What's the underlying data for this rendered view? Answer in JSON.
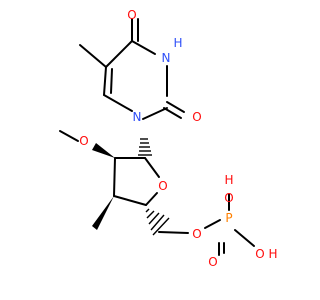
{
  "molecule": {
    "atoms": {
      "o_top": "O",
      "nh": "H",
      "nh_n": "N",
      "o_right": "O",
      "n_ring": "N",
      "o_methoxy": "O",
      "o_furan": "O",
      "o_link": "O",
      "p": "P",
      "oh1_o": "O",
      "oh1_h": "H",
      "o_double": "O",
      "oh2_o": "O",
      "oh2_h": "H"
    },
    "colors": {
      "bond": "#000000",
      "oxygen": "#ff0d0d",
      "nitrogen": "#3050f8",
      "phosphorus": "#ff8000"
    }
  }
}
